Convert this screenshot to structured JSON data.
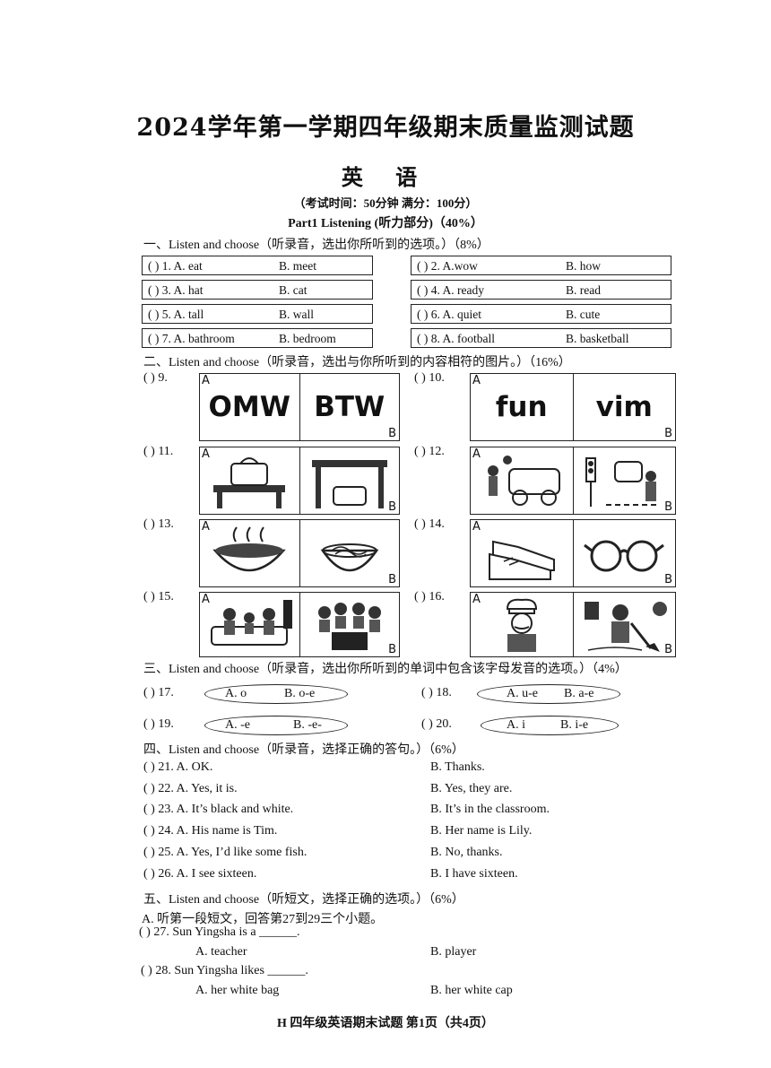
{
  "header": {
    "title": "2024学年第一学期四年级期末质量监测试题",
    "subject": "英 语",
    "exam_info": "（考试时间：50分钟    满分：100分）",
    "part": "Part1  Listening (听力部分)（40%）"
  },
  "section1": {
    "heading": "一、Listen and choose（听录音，选出你所听到的选项。）（8%）",
    "items": [
      {
        "num": "(     ) 1. A. eat",
        "b": "B. meet"
      },
      {
        "num": "(     ) 2. A.wow",
        "b": "B. how"
      },
      {
        "num": "(     ) 3. A. hat",
        "b": "B. cat"
      },
      {
        "num": "(     ) 4. A. ready",
        "b": "B. read"
      },
      {
        "num": "(     ) 5. A. tall",
        "b": "B. wall"
      },
      {
        "num": "(     ) 6. A. quiet",
        "b": "B. cute"
      },
      {
        "num": "(     ) 7. A. bathroom",
        "b": "B. bedroom"
      },
      {
        "num": "(     ) 8. A. football",
        "b": "B. basketball"
      }
    ]
  },
  "section2": {
    "heading": "二、Listen and choose（听录音，选出与你所听到的内容相符的图片。）（16%）",
    "items": [
      {
        "num": "(      ) 9.",
        "a_word": "OMW",
        "b_word": "BTW"
      },
      {
        "num": "(      ) 10.",
        "a_word": "fun",
        "b_word": "vim"
      },
      {
        "num": "(      ) 11."
      },
      {
        "num": "(      ) 12."
      },
      {
        "num": "(      ) 13."
      },
      {
        "num": "(      ) 14."
      },
      {
        "num": "(      ) 15."
      },
      {
        "num": "(      ) 16."
      }
    ],
    "label_a": "A",
    "label_b": "B"
  },
  "section3": {
    "heading": "三、Listen and choose（听录音，选出你所听到的单词中包含该字母发音的选项。）（4%）",
    "items": [
      {
        "num": "(      ) 17.",
        "a": "A. o",
        "b": "B. o-e"
      },
      {
        "num": "(      ) 18.",
        "a": "A. u-e",
        "b": "B. a-e"
      },
      {
        "num": "(      ) 19.",
        "a": "A.  -e",
        "b": "B. -e-"
      },
      {
        "num": "(      ) 20.",
        "a": "A. i",
        "b": "B.  i-e"
      }
    ]
  },
  "section4": {
    "heading": "四、Listen and choose（听录音，选择正确的答句。）（6%）",
    "items": [
      {
        "num": "(      ) 21. A. OK.",
        "b": "B. Thanks."
      },
      {
        "num": "(      ) 22. A. Yes, it is.",
        "b": "B. Yes, they are."
      },
      {
        "num": "(      ) 23. A. It’s black and white.",
        "b": "B. It’s in the classroom."
      },
      {
        "num": "(      ) 24. A. His name is Tim.",
        "b": "B. Her name is Lily."
      },
      {
        "num": "(      ) 25. A. Yes, I’d like some fish.",
        "b": "B. No, thanks."
      },
      {
        "num": "(      ) 26. A. I see sixteen.",
        "b": "B. I have sixteen."
      }
    ]
  },
  "section5": {
    "heading": "五、Listen and choose（听短文，选择正确的选项。）（6%）",
    "sub": "A. 听第一段短文，回答第27到29三个小题。",
    "items": [
      {
        "num": "(      ) 27. Sun Yingsha is a ______.",
        "a": "A. teacher",
        "b": "B. player"
      },
      {
        "num": "(      ) 28. Sun Yingsha likes ______.",
        "a": "A. her white bag",
        "b": "B. her white cap"
      }
    ]
  },
  "footer": "H 四年级英语期末试题 第1页（共4页）"
}
